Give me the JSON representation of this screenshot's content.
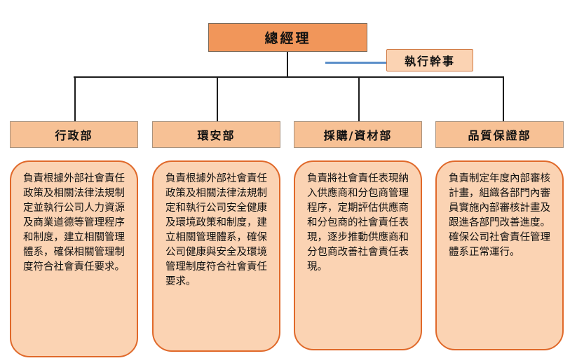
{
  "general_manager": {
    "label": "總經理"
  },
  "executive_secretary": {
    "label": "執行幹事"
  },
  "departments": [
    {
      "name": "行政部",
      "description": "負責根據外部社會責任政策及相關法律法規制定並執行公司人力資源及商業道德等管理程序和制度，建立相關管理體系，確保相關管理制度符合社會責任要求。"
    },
    {
      "name": "環安部",
      "description": "負責根據外部社會責任政策及相關法律法規制定和執行公司安全健康及環境政策和制度，建立相關管理體系，確保公司健康與安全及環境管理制度符合社會責任要求。"
    },
    {
      "name": "採購/資材部",
      "description": "負責將社會責任表現納入供應商和分包商管理程序，定期評估供應商和分包商的社會責任表現，逐步推動供應商和分包商改善社會責任表現。"
    },
    {
      "name": "品質保證部",
      "description": "負責制定年度內部審核計畫，組織各部門內審員實施內部審核計畫及跟進各部門改善進度。確保公司社會責任管理體系正常運行。"
    }
  ]
}
